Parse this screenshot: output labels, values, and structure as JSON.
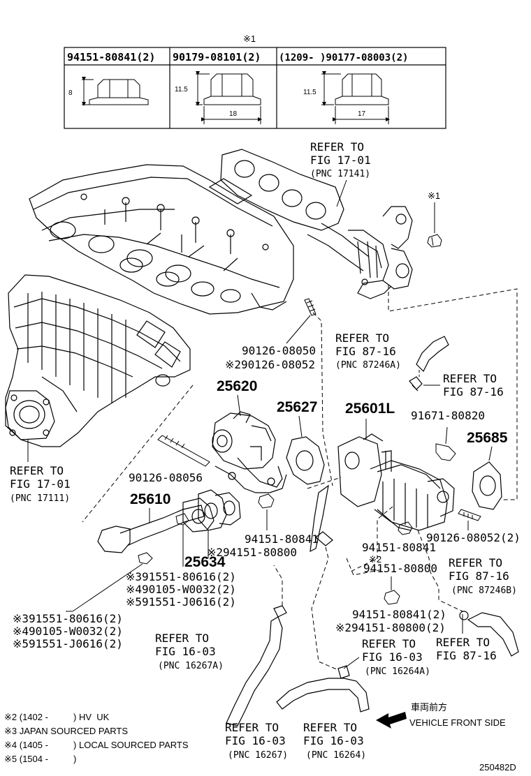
{
  "header": {
    "mark": "※1",
    "columns": [
      {
        "part": "94151-80841(2)",
        "height": "8",
        "width": ""
      },
      {
        "part": "90179-08101(2)",
        "height": "11.5",
        "width": "18"
      },
      {
        "part": "(1209-     )90177-08003(2)",
        "height": "11.5",
        "width": "17"
      }
    ]
  },
  "refs": {
    "fig17_01_top": {
      "line1": "REFER TO",
      "line2": "FIG 17-01",
      "pnc": "(PNC 17141)"
    },
    "fig17_01_left": {
      "line1": "REFER TO",
      "line2": "FIG 17-01",
      "pnc": "(PNC 17111)"
    },
    "fig87_16_a": {
      "line1": "REFER TO",
      "line2": "FIG 87-16",
      "pnc": "(PNC 87246A)"
    },
    "fig87_16_b": {
      "line1": "REFER TO",
      "line2": "FIG 87-16"
    },
    "fig87_16_c": {
      "line1": "REFER TO",
      "line2": "FIG 87-16",
      "pnc": "(PNC 87246B)"
    },
    "fig87_16_d": {
      "line1": "REFER TO",
      "line2": "FIG 87-16"
    },
    "fig16_03_a": {
      "line1": "REFER TO",
      "line2": "FIG 16-03",
      "pnc": "(PNC 16267A)"
    },
    "fig16_03_b": {
      "line1": "REFER TO",
      "line2": "FIG 16-03",
      "pnc": "(PNC 16264A)"
    },
    "fig16_03_c": {
      "line1": "REFER TO",
      "line2": "FIG 16-03",
      "pnc": "(PNC 16267)"
    },
    "fig16_03_d": {
      "line1": "REFER TO",
      "line2": "FIG 16-03",
      "pnc": "(PNC 16264)"
    }
  },
  "parts": {
    "mark1": "※1",
    "p25620": "25620",
    "p25627": "25627",
    "p25601L": "25601L",
    "p25685": "25685",
    "p25610": "25610",
    "p25634": "25634",
    "stud1": "90126-08050",
    "stud1b": "※290126-08052",
    "bolt91671": "91671-80820",
    "stud2": "90126-08056",
    "nutA1": "94151-80841",
    "nutA2": "※294151-80800",
    "nutB1": "94151-80841",
    "nutB2a": "※2",
    "nutB2b": "94151-80800",
    "stud3": "90126-08052(2)",
    "nutC1": "94151-80841(2)",
    "nutC2": "※294151-80800(2)",
    "boltSet1": [
      "※391551-80616(2)",
      "※490105-W0032(2)",
      "※591551-J0616(2)"
    ],
    "boltSet2": [
      "※391551-80616(2)",
      "※490105-W0032(2)",
      "※591551-J0616(2)"
    ]
  },
  "front": {
    "jp": "車両前方",
    "en": "VEHICLE FRONT SIDE"
  },
  "notes": [
    "※2 (1402 -          ) HV  UK",
    "※3 JAPAN SOURCED PARTS",
    "※4 (1405 -          ) LOCAL SOURCED PARTS",
    "※5 (1504 -          )"
  ],
  "code": "250482D"
}
